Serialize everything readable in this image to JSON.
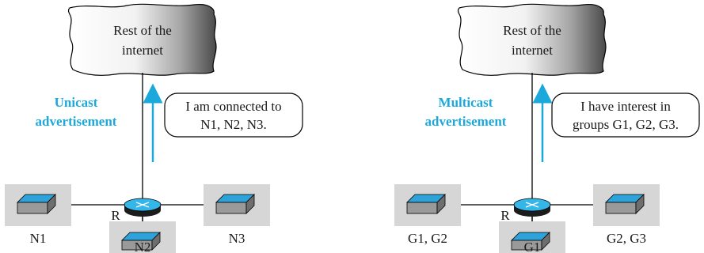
{
  "colors": {
    "accent": "#1ba9dc",
    "router_top": "#35b6e8",
    "router_side": "#1c1c1c",
    "host_box": "#d6d6d6",
    "host_front": "#9a9a9a",
    "host_top": "#2da3d9",
    "line": "#000000"
  },
  "left": {
    "cloud_line1": "Rest of the",
    "cloud_line2": "internet",
    "advert_line1": "Unicast",
    "advert_line2": "advertisement",
    "bubble_line1": "I am connected to",
    "bubble_line2": "N1, N2, N3.",
    "router_label": "R",
    "host_left": "N1",
    "host_bottom": "N2",
    "host_right": "N3"
  },
  "right": {
    "cloud_line1": "Rest of the",
    "cloud_line2": "internet",
    "advert_line1": "Multicast",
    "advert_line2": "advertisement",
    "bubble_line1": "I have interest in",
    "bubble_line2": "groups G1, G2, G3.",
    "router_label": "R",
    "host_left": "G1, G2",
    "host_bottom": "G1",
    "host_right": "G2, G3"
  }
}
